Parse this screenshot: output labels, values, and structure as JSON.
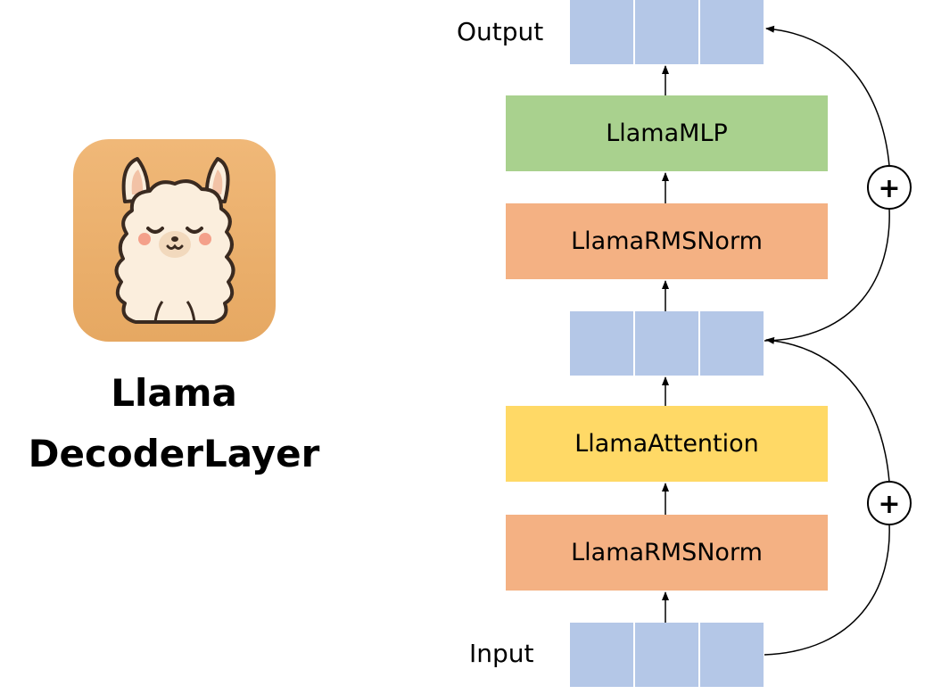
{
  "title": {
    "line1": "Llama",
    "line2": "DecoderLayer"
  },
  "labels": {
    "output": "Output",
    "input": "Input"
  },
  "blocks": {
    "mlp": {
      "label": "LlamaMLP",
      "color": "#a9d18e"
    },
    "norm_post_attention": {
      "label": "LlamaRMSNorm",
      "color": "#f4b183"
    },
    "attention": {
      "label": "LlamaAttention",
      "color": "#ffd966"
    },
    "norm_input": {
      "label": "LlamaRMSNorm",
      "color": "#f4b183"
    }
  },
  "tensor_color": "#b4c7e7",
  "tensor_cells": 3,
  "residual_symbol": "+",
  "logo": {
    "icon": "llama-icon",
    "background": "#ebb06e"
  }
}
